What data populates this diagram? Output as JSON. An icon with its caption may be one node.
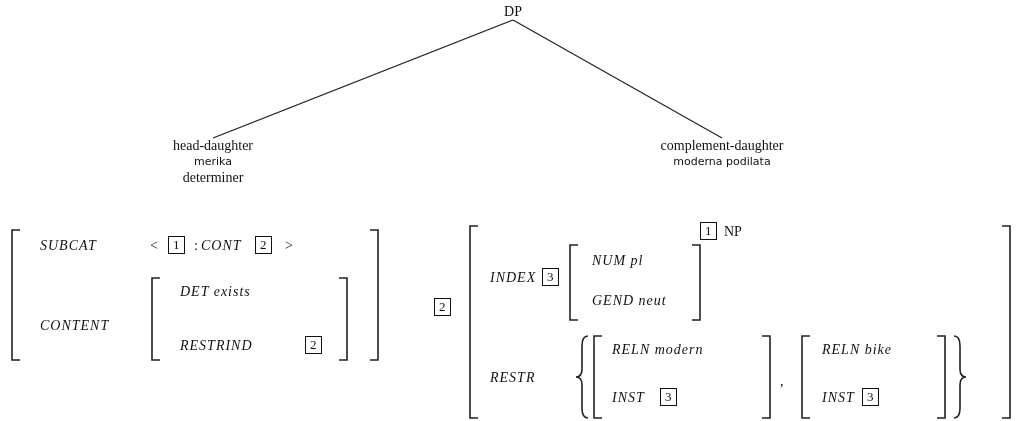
{
  "diagram": {
    "nodes": [
      {
        "text": [
          "DP"
        ]
      },
      {
        "text": [
          "head-daughter",
          "merika",
          "determiner"
        ]
      },
      {
        "text": [
          "complement-daughter",
          "moderna podilata"
        ]
      }
    ],
    "edges": [
      {
        "from": 0,
        "to": 1,
        "arrow": "none"
      },
      {
        "from": 0,
        "to": 2,
        "arrow": "none"
      }
    ],
    "labels": [
      "1",
      "NP",
      "SUBCAT",
      "<",
      "1",
      ":",
      "CONT",
      "2",
      ">",
      "CONTENT",
      "DET exists",
      "RESTRIND",
      "2",
      "2",
      "INDEX",
      "3",
      "NUM pl",
      "GEND neut",
      "RESTR",
      "RELN modern",
      "INST",
      "3",
      ",",
      "RELN bike",
      "INST",
      "3"
    ]
  }
}
